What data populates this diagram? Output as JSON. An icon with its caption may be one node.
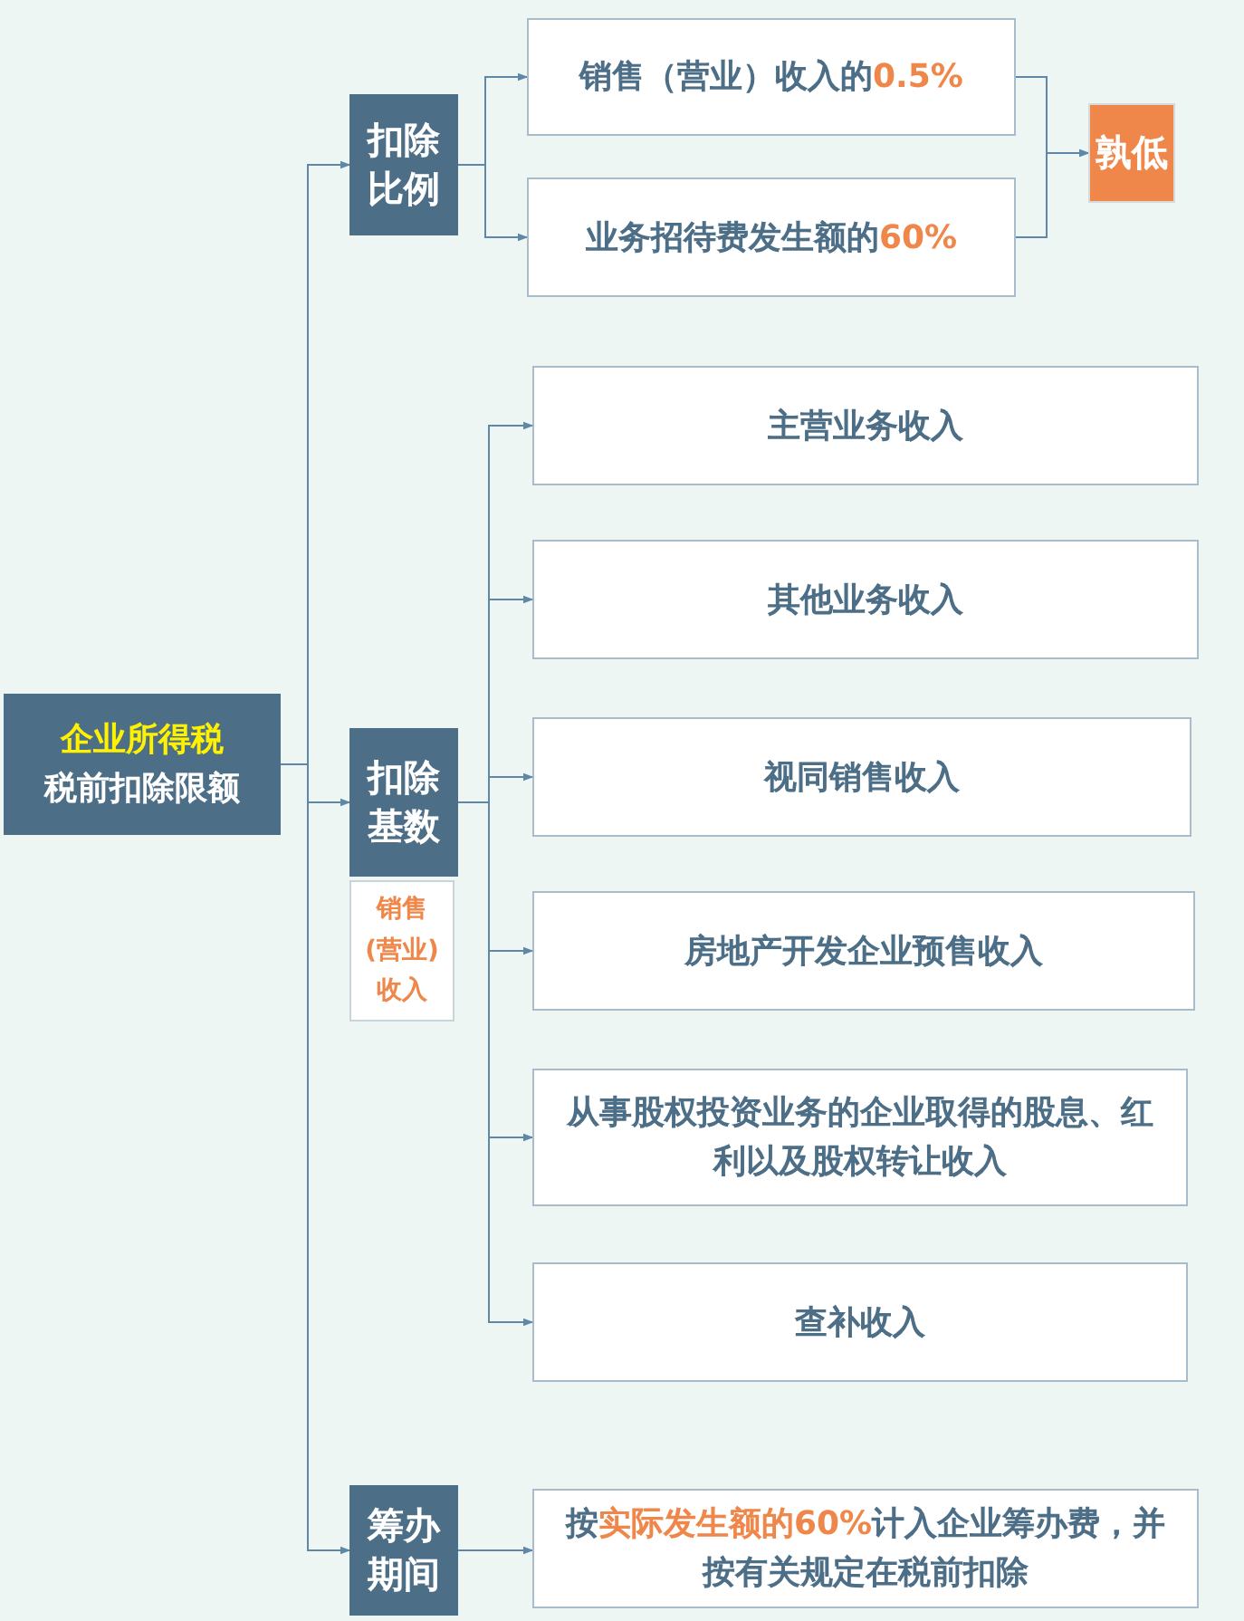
{
  "diagram": {
    "nodes": [
      {
        "text": [
          "企业所得税",
          "税前扣除限额"
        ]
      },
      {
        "text": [
          "扣除比例"
        ]
      },
      {
        "text": [
          "销售（营业）收入的**0.5%**"
        ]
      },
      {
        "text": [
          "业务招待费发生额的**60%**"
        ]
      },
      {
        "text": [
          "孰低"
        ]
      },
      {
        "text": [
          "扣除基数"
        ]
      },
      {
        "text": [
          "销售(营业)收入"
        ]
      },
      {
        "text": [
          "主营业务收入"
        ]
      },
      {
        "text": [
          "其他业务收入"
        ]
      },
      {
        "text": [
          "视同销售收入"
        ]
      },
      {
        "text": [
          "房地产开发企业预售收入"
        ]
      },
      {
        "text": [
          "从事股权投资业务的企业取得的股息、红利以及股权转让收入"
        ]
      },
      {
        "text": [
          "查补收入"
        ]
      },
      {
        "text": [
          "筹办期间"
        ]
      },
      {
        "text": [
          "按**实际发生额的60%**计入企业筹办费，并按有关规定在税前扣除"
        ]
      }
    ],
    "edges": [
      {
        "from": 0,
        "to": 1,
        "arrow": "to"
      },
      {
        "from": 0,
        "to": 5,
        "arrow": "to"
      },
      {
        "from": 0,
        "to": 13,
        "arrow": "to"
      },
      {
        "from": 1,
        "to": 2,
        "arrow": "to"
      },
      {
        "from": 1,
        "to": 3,
        "arrow": "to"
      },
      {
        "from": 2,
        "to": 4,
        "arrow": "to"
      },
      {
        "from": 3,
        "to": 4,
        "arrow": "to"
      },
      {
        "from": 5,
        "to": 7,
        "arrow": "to"
      },
      {
        "from": 5,
        "to": 8,
        "arrow": "to"
      },
      {
        "from": 5,
        "to": 9,
        "arrow": "to"
      },
      {
        "from": 5,
        "to": 10,
        "arrow": "to"
      },
      {
        "from": 5,
        "to": 11,
        "arrow": "to"
      },
      {
        "from": 5,
        "to": 12,
        "arrow": "to"
      },
      {
        "from": 13,
        "to": 14,
        "arrow": "to"
      }
    ]
  }
}
